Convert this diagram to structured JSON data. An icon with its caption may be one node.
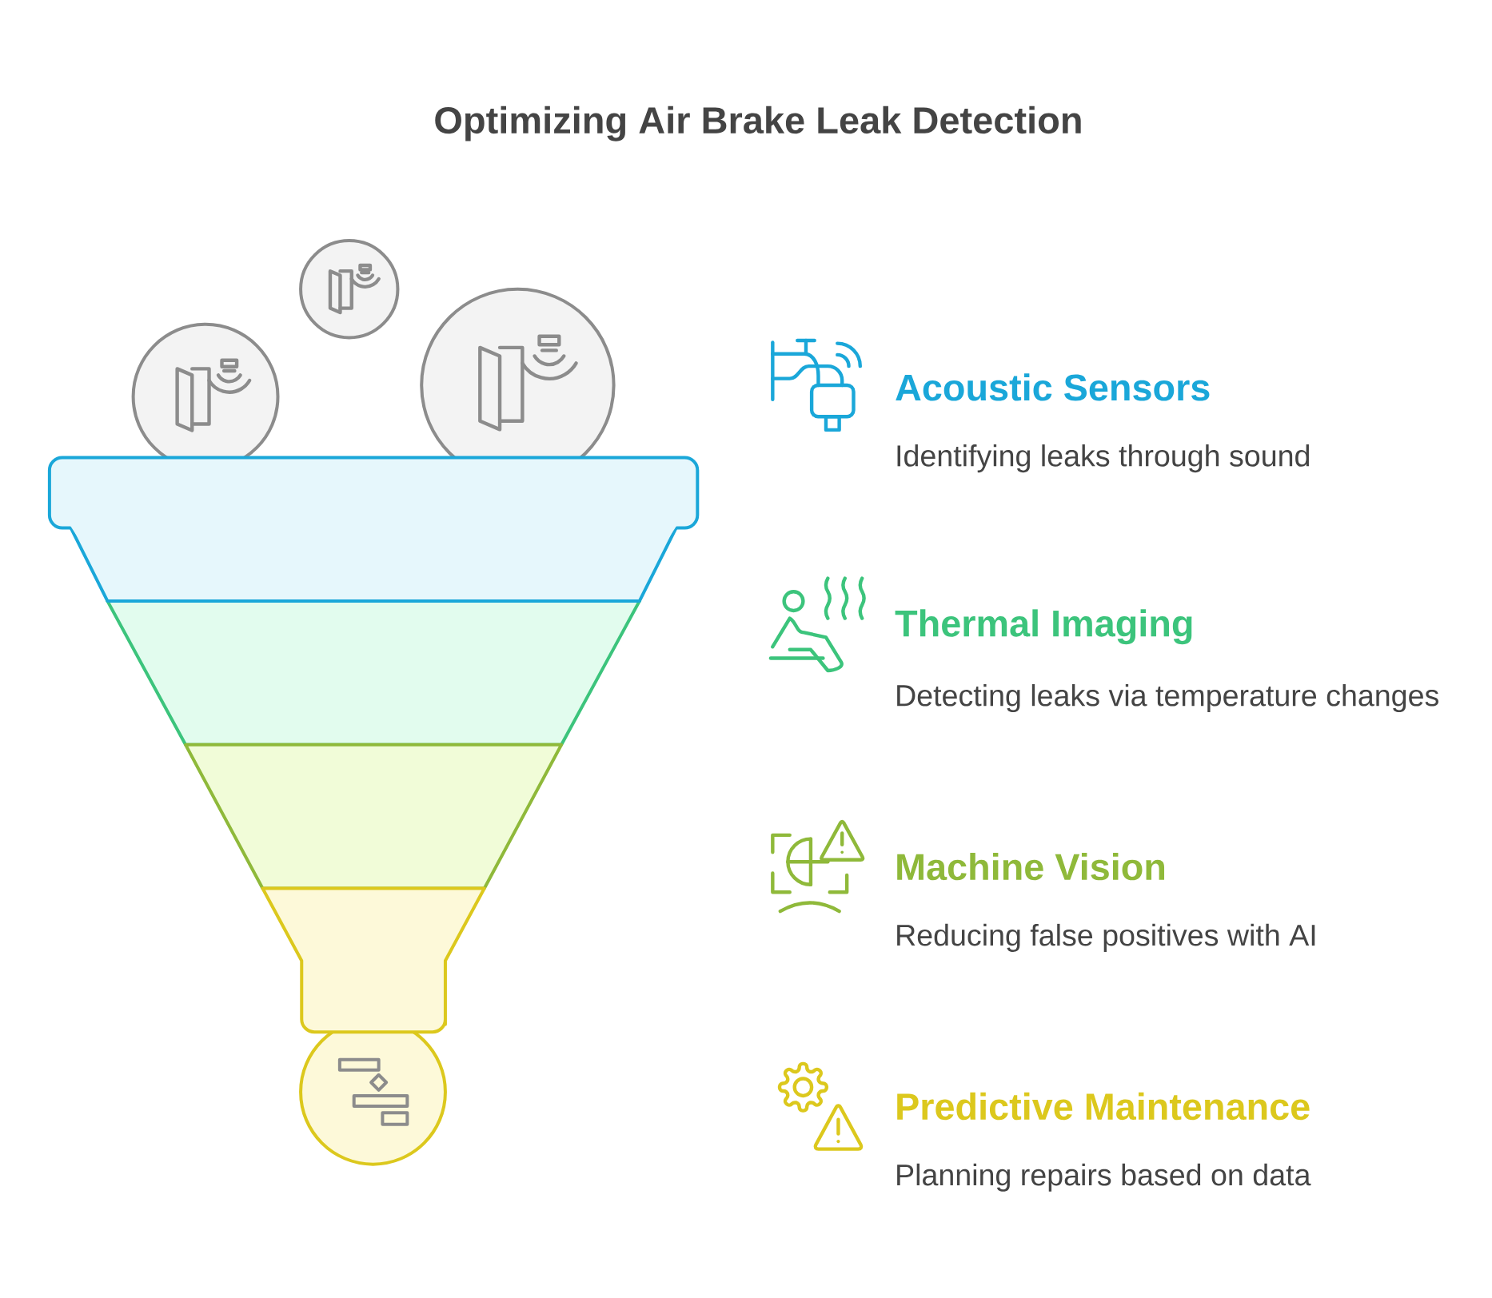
{
  "diagram": {
    "title": "Optimizing Air Brake Leak Detection",
    "labels": [
      "Acoustic Sensors",
      "Identifying leaks through sound",
      "Thermal Imaging",
      "Detecting leaks via temperature changes",
      "Machine Vision",
      "Reducing false positives with AI",
      "Predictive Maintenance",
      "Planning repairs based on data"
    ]
  }
}
